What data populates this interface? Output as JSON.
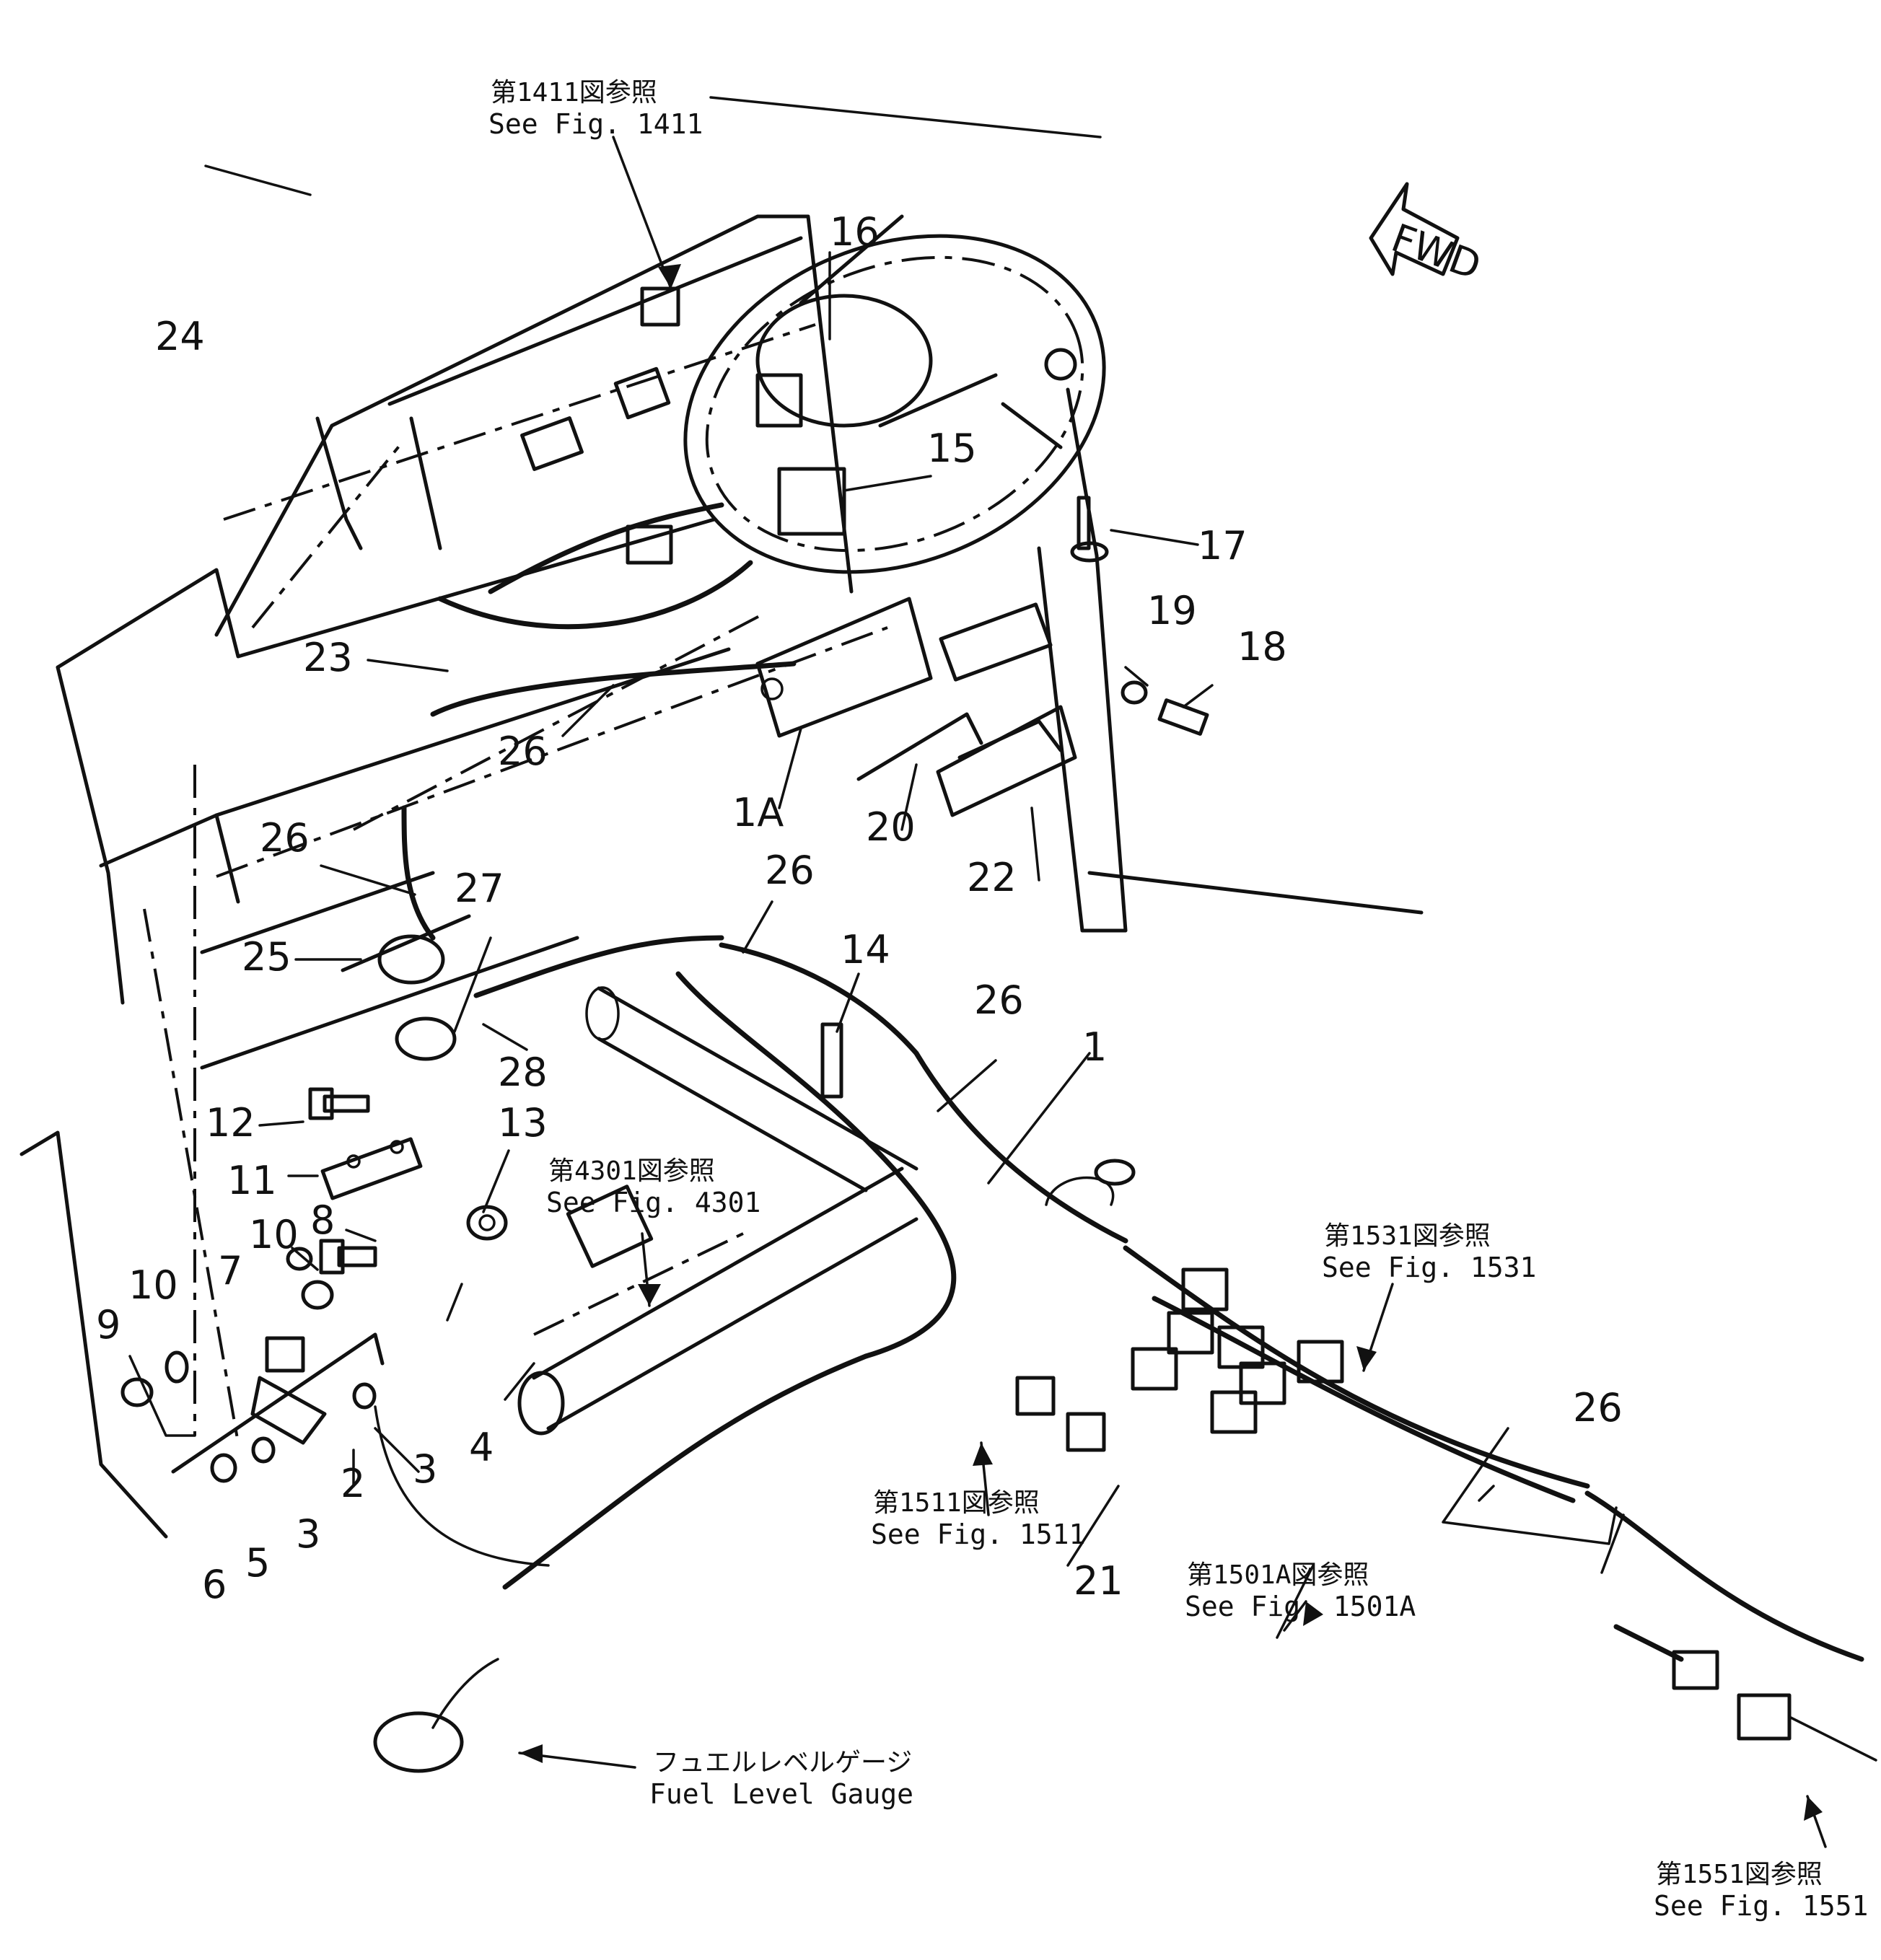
{
  "figure": {
    "fwd_label": "FWD",
    "part_numbers": [
      "1",
      "1A",
      "2",
      "3",
      "3",
      "4",
      "5",
      "6",
      "7",
      "8",
      "9",
      "10",
      "10",
      "11",
      "12",
      "13",
      "14",
      "15",
      "16",
      "17",
      "18",
      "19",
      "20",
      "21",
      "22",
      "23",
      "24",
      "25",
      "26",
      "26",
      "26",
      "26",
      "26",
      "27",
      "28"
    ],
    "references": [
      {
        "jp": "第1411図参照",
        "en": "See  Fig.  1411"
      },
      {
        "jp": "第4301図参照",
        "en": "See  Fig.  4301"
      },
      {
        "jp": "第1531図参照",
        "en": "See  Fig.  1531"
      },
      {
        "jp": "第1511図参照",
        "en": "See  Fig.  1511"
      },
      {
        "jp": "第1501A図参照",
        "en": "See  Fig.  1501A"
      },
      {
        "jp": "第1551図参照",
        "en": "See  Fig.  1551"
      }
    ],
    "fuel_gauge": {
      "jp": "フュエルレベルゲージ",
      "en": "Fuel  Level  Gauge"
    }
  }
}
